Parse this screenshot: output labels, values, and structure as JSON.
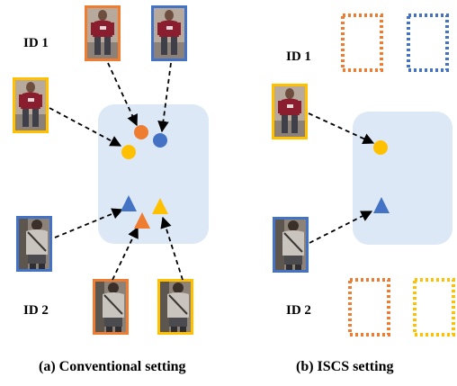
{
  "panels": [
    {
      "id_labels": [
        "ID 1",
        "ID 2"
      ],
      "caption": "(a) Conventional setting"
    },
    {
      "id_labels": [
        "ID 1",
        "ID 2"
      ],
      "caption": "(b) ISCS setting"
    }
  ],
  "colors": {
    "orange": "#ee7d31",
    "blue": "#4472c4",
    "yellow": "#ffc000",
    "feature_space": "#dde8f6"
  }
}
